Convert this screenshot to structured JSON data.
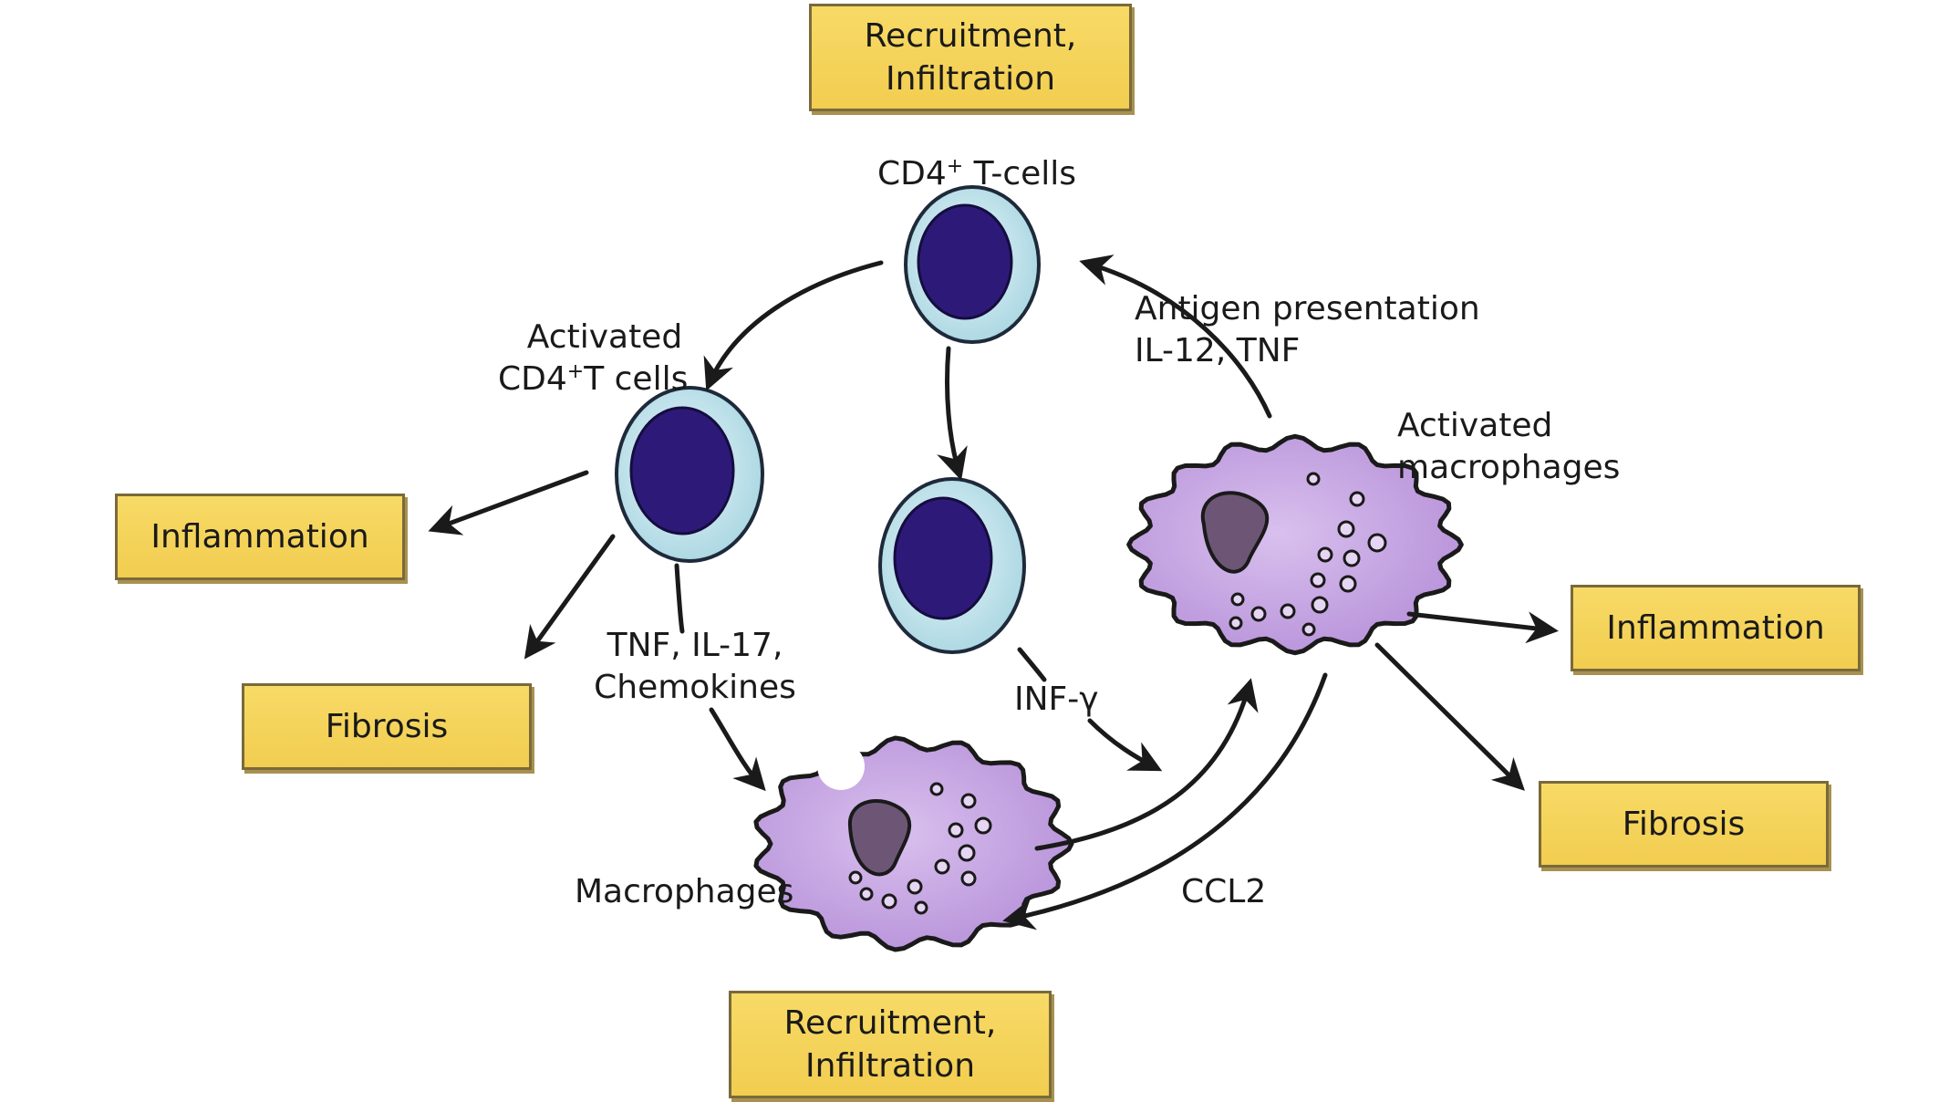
{
  "boxes": {
    "top_recruitment": "Recruitment,\nInfiltration",
    "left_inflammation": "Inflammation",
    "left_fibrosis": "Fibrosis",
    "right_inflammation": "Inflammation",
    "right_fibrosis": "Fibrosis",
    "bottom_recruitment": "Recruitment,\nInfiltration"
  },
  "labels": {
    "cd4_tcells": {
      "pre": "CD4",
      "sup": "+",
      "post": " T-cells"
    },
    "activated_cd4_line1": "Activated",
    "activated_cd4_line2": {
      "pre": "CD4",
      "sup": "+",
      "post": "T cells"
    },
    "antigen_presentation": "Antigen presentation",
    "il12_tnf": "IL-12, TNF",
    "activated_macrophages_line1": "Activated",
    "activated_macrophages_line2": "macrophages",
    "tnf_il17": "TNF, IL-17,",
    "chemokines": "Chemokines",
    "inf_gamma": "INF-γ",
    "macrophages": "Macrophages",
    "ccl2": "CCL2"
  },
  "colors": {
    "box_fill": "#f2cd50",
    "cell_membrane": "#bfe2ea",
    "cell_nucleus": "#2d1a78",
    "macrophage_fill": "#cdaee6",
    "macrophage_nucleus": "#6d5675",
    "arrow": "#1a1a1a"
  }
}
